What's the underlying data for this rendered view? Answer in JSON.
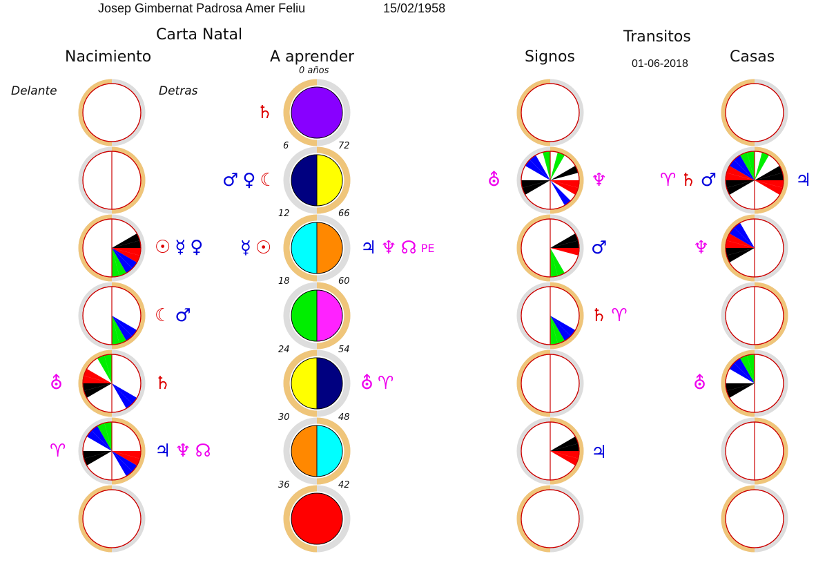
{
  "header": {
    "name": "Josep   Gimbernat Padrosa  Amer Feliu",
    "birth_date": "15/02/1958"
  },
  "titles": {
    "carta_natal": "Carta Natal",
    "nacimiento": "Nacimiento",
    "a_aprender": "A aprender",
    "transitos": "Transitos",
    "signos": "Signos",
    "casas": "Casas",
    "transit_date": "01-06-2018",
    "delante": "Delante",
    "detras": "Detras",
    "cero_anos": "0 años"
  },
  "colors": {
    "track_gold": "#EFC57A",
    "track_grey": "#DDDDDD",
    "ring_red": "#CC0000",
    "red": "#FF0000",
    "black": "#000000",
    "blue": "#0000FF",
    "green": "#00EE00",
    "purple": "#8800FF",
    "navy": "#000080",
    "yellow": "#FFFF00",
    "cyan": "#00FFFF",
    "orange": "#FF8800",
    "magenta": "#FF22FF",
    "symbol_red": "#DD0000",
    "symbol_blue": "#0000DD",
    "symbol_magenta": "#EE00EE"
  },
  "learn_ages": {
    "left": [
      "6",
      "12",
      "18",
      "24",
      "30",
      "36"
    ],
    "right": [
      "72",
      "66",
      "60",
      "54",
      "48",
      "42"
    ]
  },
  "learn_circles": [
    {
      "left": "purple",
      "right": "purple"
    },
    {
      "left": "navy",
      "right": "yellow"
    },
    {
      "left": "cyan",
      "right": "orange"
    },
    {
      "left": "green",
      "right": "magenta"
    },
    {
      "left": "yellow",
      "right": "navy"
    },
    {
      "left": "orange",
      "right": "cyan"
    },
    {
      "left": "red",
      "right": "red"
    }
  ],
  "columns": {
    "nacimiento": [
      {
        "line": false,
        "wedges": []
      },
      {
        "line": true,
        "wedges": []
      },
      {
        "line": true,
        "wedges": [
          {
            "a": 60,
            "color": "black"
          },
          {
            "a": 75,
            "color": "black"
          },
          {
            "a": 90,
            "color": "red"
          },
          {
            "a": 105,
            "color": "red"
          },
          {
            "a": 120,
            "color": "blue"
          },
          {
            "a": 135,
            "color": "blue"
          },
          {
            "a": 150,
            "color": "green"
          },
          {
            "a": 165,
            "color": "green"
          }
        ]
      },
      {
        "line": true,
        "wedges": [
          {
            "a": 120,
            "color": "blue"
          },
          {
            "a": 135,
            "color": "blue"
          },
          {
            "a": 150,
            "color": "green"
          },
          {
            "a": 165,
            "color": "green"
          }
        ]
      },
      {
        "line": true,
        "wedges": [
          {
            "a": 120,
            "color": "blue"
          },
          {
            "a": 135,
            "color": "blue"
          },
          {
            "a": 240,
            "color": "black"
          },
          {
            "a": 255,
            "color": "black"
          },
          {
            "a": 270,
            "color": "red"
          },
          {
            "a": 285,
            "color": "red"
          },
          {
            "a": 330,
            "color": "green"
          },
          {
            "a": 345,
            "color": "green"
          }
        ]
      },
      {
        "line": true,
        "wedges": [
          {
            "a": 90,
            "color": "red"
          },
          {
            "a": 105,
            "color": "red"
          },
          {
            "a": 120,
            "color": "blue"
          },
          {
            "a": 135,
            "color": "blue"
          },
          {
            "a": 240,
            "color": "black"
          },
          {
            "a": 255,
            "color": "black"
          },
          {
            "a": 300,
            "color": "blue"
          },
          {
            "a": 315,
            "color": "blue"
          },
          {
            "a": 330,
            "color": "green"
          },
          {
            "a": 345,
            "color": "green"
          }
        ]
      },
      {
        "line": false,
        "wedges": []
      }
    ],
    "signos": [
      {
        "line": false,
        "wedges": []
      },
      {
        "line": true,
        "wedges": [
          {
            "a": 15,
            "color": "green"
          },
          {
            "a": 60,
            "color": "black"
          },
          {
            "a": 90,
            "color": "red"
          },
          {
            "a": 105,
            "color": "red"
          },
          {
            "a": 135,
            "color": "blue"
          },
          {
            "a": 240,
            "color": "black"
          },
          {
            "a": 255,
            "color": "black"
          },
          {
            "a": 300,
            "color": "blue"
          },
          {
            "a": 315,
            "color": "blue"
          },
          {
            "a": 345,
            "color": "green"
          }
        ]
      },
      {
        "line": true,
        "wedges": [
          {
            "a": 60,
            "color": "black"
          },
          {
            "a": 75,
            "color": "black"
          },
          {
            "a": 90,
            "color": "red"
          },
          {
            "a": 150,
            "color": "green"
          },
          {
            "a": 165,
            "color": "green"
          }
        ]
      },
      {
        "line": true,
        "wedges": [
          {
            "a": 120,
            "color": "blue"
          },
          {
            "a": 135,
            "color": "blue"
          },
          {
            "a": 150,
            "color": "green"
          },
          {
            "a": 165,
            "color": "green"
          }
        ]
      },
      {
        "line": true,
        "wedges": []
      },
      {
        "line": true,
        "wedges": [
          {
            "a": 60,
            "color": "black"
          },
          {
            "a": 75,
            "color": "black"
          },
          {
            "a": 90,
            "color": "red"
          },
          {
            "a": 105,
            "color": "red"
          }
        ]
      },
      {
        "line": false,
        "wedges": []
      }
    ],
    "casas": [
      {
        "line": false,
        "wedges": []
      },
      {
        "line": true,
        "wedges": [
          {
            "a": 15,
            "color": "green"
          },
          {
            "a": 60,
            "color": "black"
          },
          {
            "a": 75,
            "color": "black"
          },
          {
            "a": 90,
            "color": "red"
          },
          {
            "a": 105,
            "color": "red"
          },
          {
            "a": 240,
            "color": "black"
          },
          {
            "a": 255,
            "color": "black"
          },
          {
            "a": 270,
            "color": "red"
          },
          {
            "a": 285,
            "color": "red"
          },
          {
            "a": 300,
            "color": "blue"
          },
          {
            "a": 315,
            "color": "blue"
          },
          {
            "a": 330,
            "color": "green"
          },
          {
            "a": 345,
            "color": "green"
          }
        ]
      },
      {
        "line": true,
        "wedges": [
          {
            "a": 240,
            "color": "black"
          },
          {
            "a": 255,
            "color": "black"
          },
          {
            "a": 270,
            "color": "red"
          },
          {
            "a": 285,
            "color": "red"
          },
          {
            "a": 300,
            "color": "blue"
          },
          {
            "a": 315,
            "color": "blue"
          }
        ]
      },
      {
        "line": true,
        "wedges": []
      },
      {
        "line": true,
        "wedges": [
          {
            "a": 240,
            "color": "black"
          },
          {
            "a": 255,
            "color": "black"
          },
          {
            "a": 300,
            "color": "blue"
          },
          {
            "a": 315,
            "color": "blue"
          },
          {
            "a": 330,
            "color": "green"
          },
          {
            "a": 345,
            "color": "green"
          }
        ]
      },
      {
        "line": true,
        "wedges": []
      },
      {
        "line": false,
        "wedges": []
      }
    ]
  },
  "symbols": {
    "nac_r2": [
      {
        "g": "☉",
        "c": "symbol_red"
      },
      {
        "g": "☿",
        "c": "symbol_blue"
      },
      {
        "g": "♀",
        "c": "symbol_blue"
      }
    ],
    "nac_r3": [
      {
        "g": "☾",
        "c": "symbol_red"
      },
      {
        "g": "♂",
        "c": "symbol_blue"
      }
    ],
    "nac_r4_left": [
      {
        "g": "⛢",
        "c": "symbol_magenta"
      }
    ],
    "nac_r4_right": [
      {
        "g": "♄",
        "c": "symbol_red"
      }
    ],
    "nac_r5_left": [
      {
        "g": "♈",
        "c": "symbol_magenta"
      }
    ],
    "nac_r5_right": [
      {
        "g": "♃",
        "c": "symbol_blue"
      },
      {
        "g": "♆",
        "c": "symbol_magenta"
      },
      {
        "g": "☊",
        "c": "symbol_magenta"
      }
    ],
    "apr_r0_left": [
      {
        "g": "♄",
        "c": "symbol_red"
      }
    ],
    "apr_r1_left": [
      {
        "g": "♂",
        "c": "symbol_blue"
      },
      {
        "g": "♀",
        "c": "symbol_blue"
      },
      {
        "g": "☾",
        "c": "symbol_red"
      }
    ],
    "apr_r2_left": [
      {
        "g": "☿",
        "c": "symbol_blue"
      },
      {
        "g": "☉",
        "c": "symbol_red"
      }
    ],
    "apr_r2_right": [
      {
        "g": "♃",
        "c": "symbol_blue"
      },
      {
        "g": "♆",
        "c": "symbol_magenta"
      },
      {
        "g": "☊",
        "c": "symbol_magenta"
      },
      {
        "g": "PE",
        "c": "symbol_magenta"
      }
    ],
    "apr_r4_right": [
      {
        "g": "⛢",
        "c": "symbol_magenta"
      },
      {
        "g": "♈",
        "c": "symbol_magenta"
      }
    ],
    "sig_r1_left": [
      {
        "g": "⛢",
        "c": "symbol_magenta"
      }
    ],
    "sig_r1_right": [
      {
        "g": "♆",
        "c": "symbol_magenta"
      }
    ],
    "sig_r2_right": [
      {
        "g": "♂",
        "c": "symbol_blue"
      }
    ],
    "sig_r3_right": [
      {
        "g": "♄",
        "c": "symbol_red"
      },
      {
        "g": "♈",
        "c": "symbol_magenta"
      }
    ],
    "sig_r5_right": [
      {
        "g": "♃",
        "c": "symbol_blue"
      }
    ],
    "cas_r1_left": [
      {
        "g": "♈",
        "c": "symbol_magenta"
      },
      {
        "g": "♄",
        "c": "symbol_red"
      },
      {
        "g": "♂",
        "c": "symbol_blue"
      }
    ],
    "cas_r1_right": [
      {
        "g": "♃",
        "c": "symbol_blue"
      }
    ],
    "cas_r2_left": [
      {
        "g": "♆",
        "c": "symbol_magenta"
      }
    ],
    "cas_r4_left": [
      {
        "g": "⛢",
        "c": "symbol_magenta"
      }
    ]
  }
}
